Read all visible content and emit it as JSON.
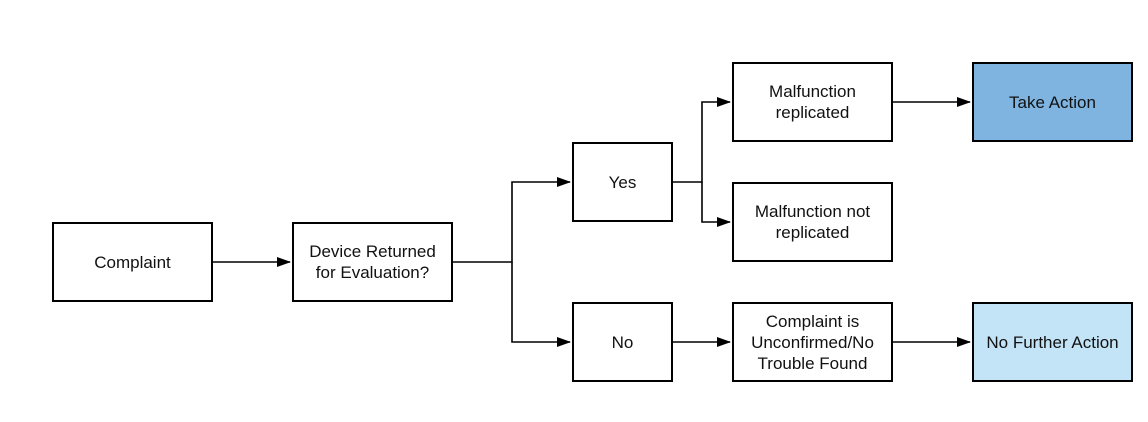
{
  "nodes": {
    "complaint": "Complaint",
    "device_returned": "Device Returned for Evaluation?",
    "yes": "Yes",
    "no": "No",
    "malfunction_replicated": "Malfunction replicated",
    "malfunction_not_replicated": "Malfunction not replicated",
    "unconfirmed": "Complaint is Unconfirmed/No Trouble Found",
    "take_action": "Take Action",
    "no_further_action": "No Further Action"
  },
  "colors": {
    "take_action_fill": "#7fb4e0",
    "no_further_action_fill": "#c3e3f6",
    "border": "#000000"
  }
}
